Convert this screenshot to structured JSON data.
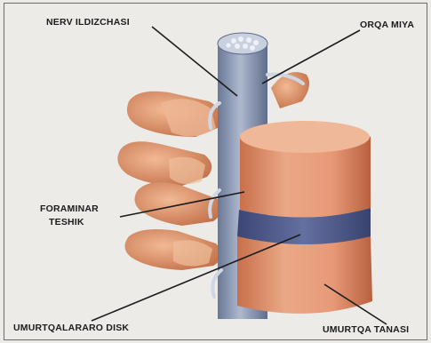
{
  "labels": {
    "nerve_root": "NERV  ILDIZCHASI",
    "spinal_cord": "ORQA MIYA",
    "foramen_line1": "FORAMINAR",
    "foramen_line2": "TESHIK",
    "disc": "UMURTQALARARO DISK",
    "vertebral_body": "UMURTQA TANASI"
  },
  "colors": {
    "background": "#ecebe8",
    "bone": "#e8a57e",
    "bone_shadow": "#c5704c",
    "disc": "#4e5a8a",
    "spinal_cord": "#8d9bb5",
    "leader_line": "#1c1c1c"
  }
}
